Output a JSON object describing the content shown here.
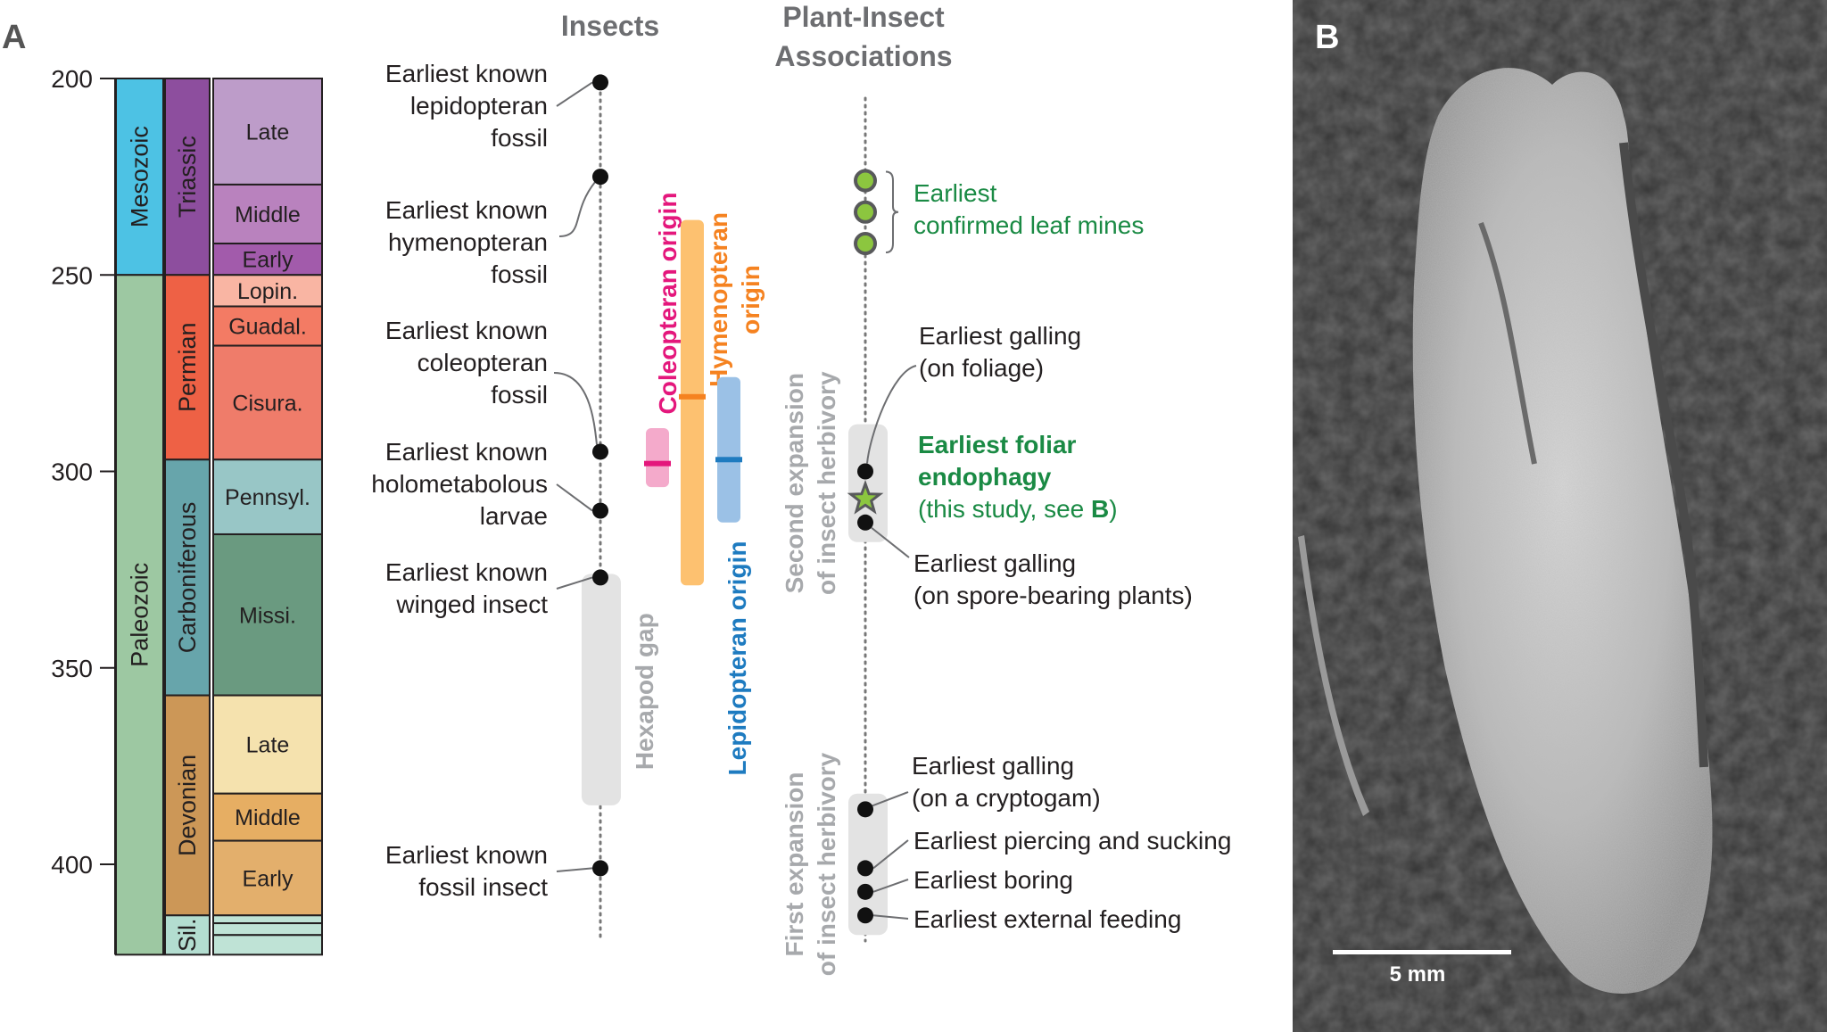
{
  "panels": {
    "a_label": "A",
    "b_label": "B"
  },
  "axis": {
    "ticks": [
      {
        "value": 200,
        "label": "200"
      },
      {
        "value": 250,
        "label": "250"
      },
      {
        "value": 300,
        "label": "300"
      },
      {
        "value": 350,
        "label": "350"
      },
      {
        "value": 400,
        "label": "400"
      }
    ]
  },
  "timescale": {
    "eras": [
      {
        "name": "Mesozoic",
        "start": 200,
        "end": 250,
        "color": "#4dc2e4"
      },
      {
        "name": "Paleozoic",
        "start": 250,
        "end": 423,
        "color": "#9dc8a2"
      }
    ],
    "periods": [
      {
        "name": "Triassic",
        "start": 200,
        "end": 250,
        "color": "#8d4e9e"
      },
      {
        "name": "Permian",
        "start": 250,
        "end": 297,
        "color": "#ee6145"
      },
      {
        "name": "Carboniferous",
        "start": 297,
        "end": 357,
        "color": "#67a5ab"
      },
      {
        "name": "Devonian",
        "start": 357,
        "end": 413,
        "color": "#cc9757"
      },
      {
        "name": "Sil.",
        "start": 413,
        "end": 423,
        "color": "#b3ddd0"
      }
    ],
    "epochs": [
      {
        "name": "Late",
        "start": 200,
        "end": 227,
        "color": "#bd9cc9"
      },
      {
        "name": "Middle",
        "start": 227,
        "end": 242,
        "color": "#b982be"
      },
      {
        "name": "Early",
        "start": 242,
        "end": 250,
        "color": "#a25bab"
      },
      {
        "name": "Lopin.",
        "start": 250,
        "end": 258,
        "color": "#f9b5a3"
      },
      {
        "name": "Guadal.",
        "start": 258,
        "end": 268,
        "color": "#f37b64"
      },
      {
        "name": "Cisura.",
        "start": 268,
        "end": 297,
        "color": "#ef7c6a"
      },
      {
        "name": "Pennsyl.",
        "start": 297,
        "end": 316,
        "color": "#98c6c6"
      },
      {
        "name": "Missi.",
        "start": 316,
        "end": 357,
        "color": "#6a9a80"
      },
      {
        "name": "Late",
        "start": 357,
        "end": 382,
        "color": "#f5e2ae"
      },
      {
        "name": "Middle",
        "start": 382,
        "end": 394,
        "color": "#e6ae63"
      },
      {
        "name": "Early",
        "start": 394,
        "end": 413,
        "color": "#e3af6c"
      },
      {
        "name": "",
        "start": 413,
        "end": 415,
        "color": "#bfe3d6"
      },
      {
        "name": "",
        "start": 415,
        "end": 418,
        "color": "#bfe3d6"
      },
      {
        "name": "",
        "start": 418,
        "end": 423,
        "color": "#bfe3d6"
      }
    ]
  },
  "insects": {
    "title": "Insects",
    "events": [
      {
        "id": "lepidopteran",
        "age": 201,
        "lines": [
          "Earliest known",
          "lepidopteran",
          "fossil"
        ]
      },
      {
        "id": "hymenopteran",
        "age": 225,
        "lines": [
          "Earliest known",
          "hymenopteran",
          "fossil"
        ]
      },
      {
        "id": "coleopteran",
        "age": 295,
        "lines": [
          "Earliest known",
          "coleopteran",
          "fossil"
        ]
      },
      {
        "id": "holometabolous",
        "age": 310,
        "lines": [
          "Earliest known",
          "holometabolous",
          "larvae"
        ]
      },
      {
        "id": "winged",
        "age": 327,
        "lines": [
          "Earliest known",
          "winged insect"
        ]
      },
      {
        "id": "fossil-insect",
        "age": 401,
        "lines": [
          "Earliest known",
          "fossil insect"
        ]
      }
    ],
    "gap": {
      "label": "Hexapod gap",
      "start": 327,
      "end": 385
    },
    "origins": [
      {
        "label": "Coleopteran origin",
        "lines": [
          "Coleopteran origin"
        ],
        "color": "#e4177c",
        "bar_color": "#f4aacb",
        "start": 289,
        "end": 304,
        "estimate": 298
      },
      {
        "label": "Hymenopteran origin",
        "lines": [
          "Hymenopteran",
          "origin"
        ],
        "color": "#f58220",
        "bar_color": "#fdc170",
        "start": 236,
        "end": 329,
        "estimate": 281
      },
      {
        "label": "Lepidopteran origin",
        "lines": [
          "Lepidopteran origin"
        ],
        "color": "#1e7bc0",
        "bar_color": "#9bc1e6",
        "start": 276,
        "end": 313,
        "estimate": 297
      }
    ]
  },
  "associations": {
    "title_lines": [
      "Plant-Insect",
      "Associations"
    ],
    "leaf_mines": {
      "ages": [
        226,
        234,
        242
      ],
      "label_lines": [
        "Earliest",
        "confirmed leaf mines"
      ],
      "color": "#1a8a44",
      "fill": "#8cc63f"
    },
    "second_expansion": {
      "label_lines": [
        "Second expansion",
        "of insect herbivory"
      ],
      "start": 288,
      "end": 318
    },
    "first_expansion": {
      "label_lines": [
        "First expansion",
        "of insect herbivory"
      ],
      "start": 382,
      "end": 418
    },
    "events": [
      {
        "id": "galling-foliage",
        "age": 300,
        "lines": [
          "Earliest galling",
          "(on foliage)"
        ]
      },
      {
        "id": "galling-spore",
        "age": 313,
        "lines": [
          "Earliest galling",
          "(on spore-bearing plants)"
        ]
      },
      {
        "id": "galling-cryptogam",
        "age": 386,
        "lines": [
          "Earliest galling",
          "(on a cryptogam)"
        ]
      },
      {
        "id": "piercing",
        "age": 401,
        "lines": [
          "Earliest piercing and sucking"
        ]
      },
      {
        "id": "boring",
        "age": 407,
        "lines": [
          "Earliest boring"
        ]
      },
      {
        "id": "external",
        "age": 413,
        "lines": [
          "Earliest external feeding"
        ]
      }
    ],
    "endophagy": {
      "age": 307,
      "title_lines": [
        "Earliest foliar",
        "endophagy"
      ],
      "note_prefix": "(this study, see ",
      "note_ref": "B",
      "note_suffix": ")",
      "color": "#1a8a44",
      "star_fill": "#8cc63f"
    }
  },
  "photo": {
    "scale_label": "5 mm"
  }
}
